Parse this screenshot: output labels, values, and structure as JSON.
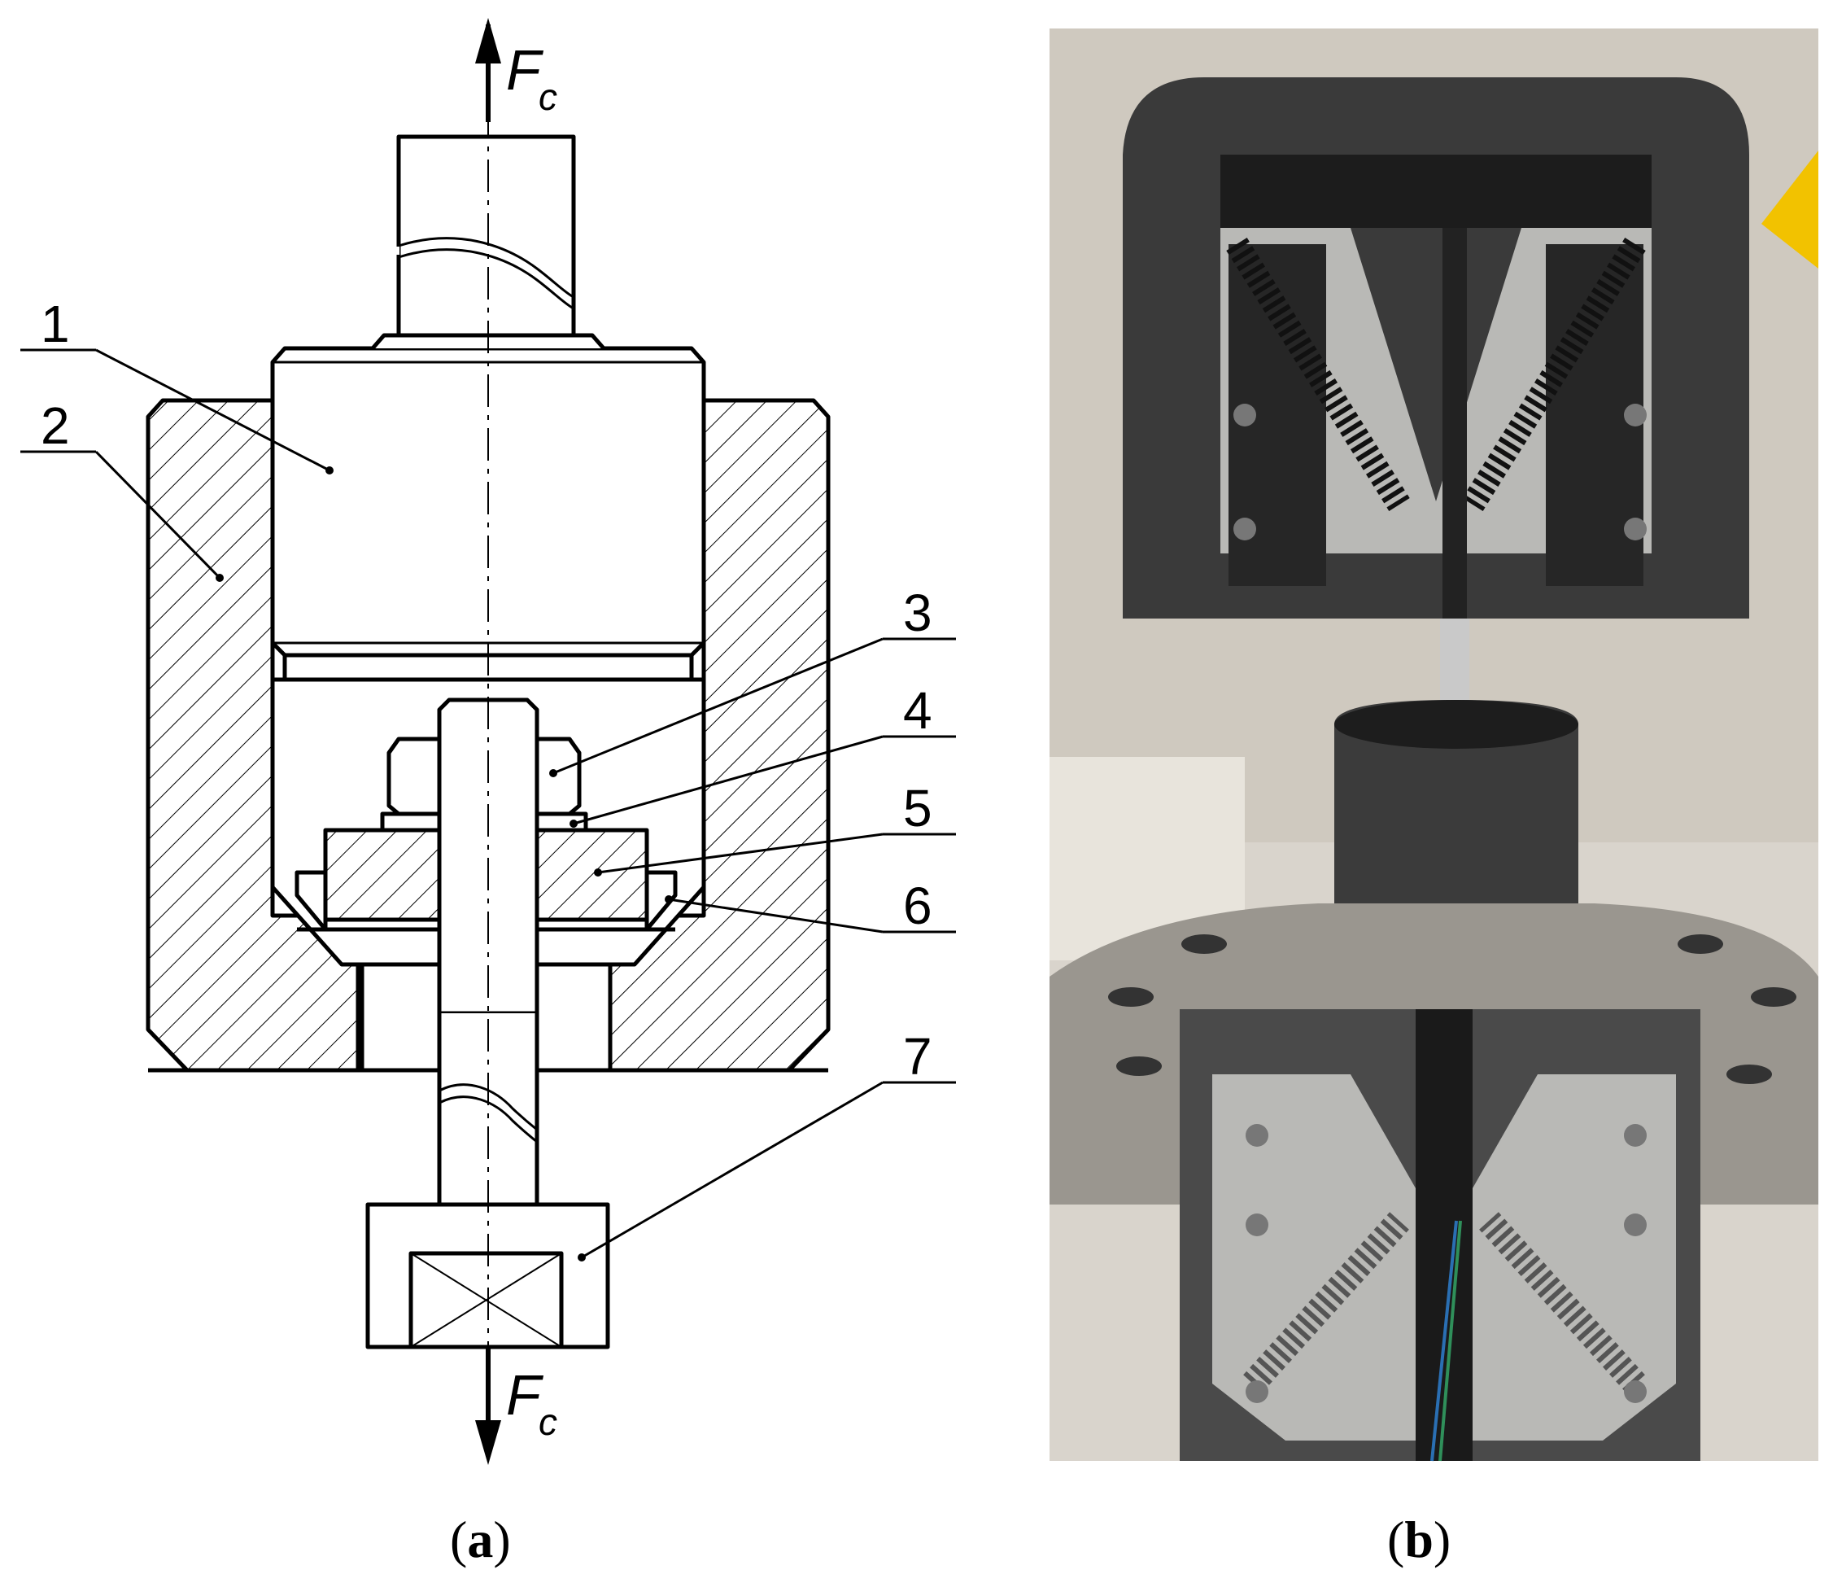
{
  "panel_a": {
    "caption_open": "(",
    "caption_letter": "a",
    "caption_close": ")",
    "force_top": {
      "symbol": "F",
      "subscript": "c"
    },
    "force_bottom": {
      "symbol": "F",
      "subscript": "c"
    },
    "part_labels": [
      "1",
      "2",
      "3",
      "4",
      "5",
      "6",
      "7"
    ]
  },
  "panel_b": {
    "caption_open": "(",
    "caption_letter": "b",
    "caption_close": ")"
  },
  "colors": {
    "line": "#000000",
    "hatch": "#000000",
    "photo_background": "#d9d4cc",
    "steel_dark": "#2a2a2a",
    "steel_light": "#b9b9b6",
    "cylinder": "#3b3b3b",
    "warning_yellow": "#f2c200"
  }
}
